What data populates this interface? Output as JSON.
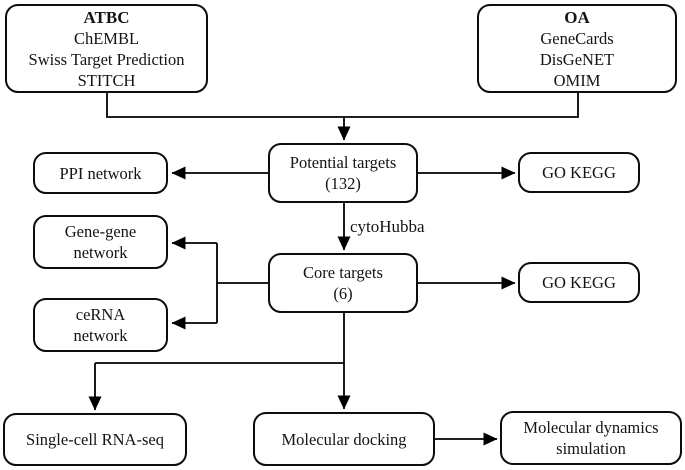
{
  "diagram": {
    "colors": {
      "background": "#ffffff",
      "line": "#000000",
      "box_border": "#0d0d0d",
      "box_fill": "#ffffff",
      "text": "#141414"
    },
    "nodes": {
      "atbc_sources": {
        "lines": [
          "ATBC",
          "ChEMBL",
          "Swiss Target Prediction",
          "STITCH"
        ]
      },
      "oa_sources": {
        "lines": [
          "OA",
          "GeneCards",
          "DisGeNET",
          "OMIM"
        ]
      },
      "potential_targets": {
        "lines": [
          "Potential targets",
          "(132)"
        ]
      },
      "ppi_network": {
        "lines": [
          "PPI network"
        ]
      },
      "go_kegg_top": {
        "lines": [
          "GO KEGG"
        ]
      },
      "gene_gene_network": {
        "lines": [
          "Gene-gene",
          "network"
        ]
      },
      "cerna_network": {
        "lines": [
          "ceRNA",
          "network"
        ]
      },
      "core_targets": {
        "lines": [
          "Core targets",
          "(6)"
        ]
      },
      "go_kegg_bottom": {
        "lines": [
          "GO KEGG"
        ]
      },
      "single_cell_rna_seq": {
        "lines": [
          "Single-cell RNA-seq"
        ]
      },
      "molecular_docking": {
        "lines": [
          "Molecular docking"
        ]
      },
      "molecular_dynamics": {
        "lines": [
          "Molecular dynamics",
          "simulation"
        ]
      }
    },
    "edge_labels": {
      "cytohubba": "cytoHubba"
    }
  }
}
